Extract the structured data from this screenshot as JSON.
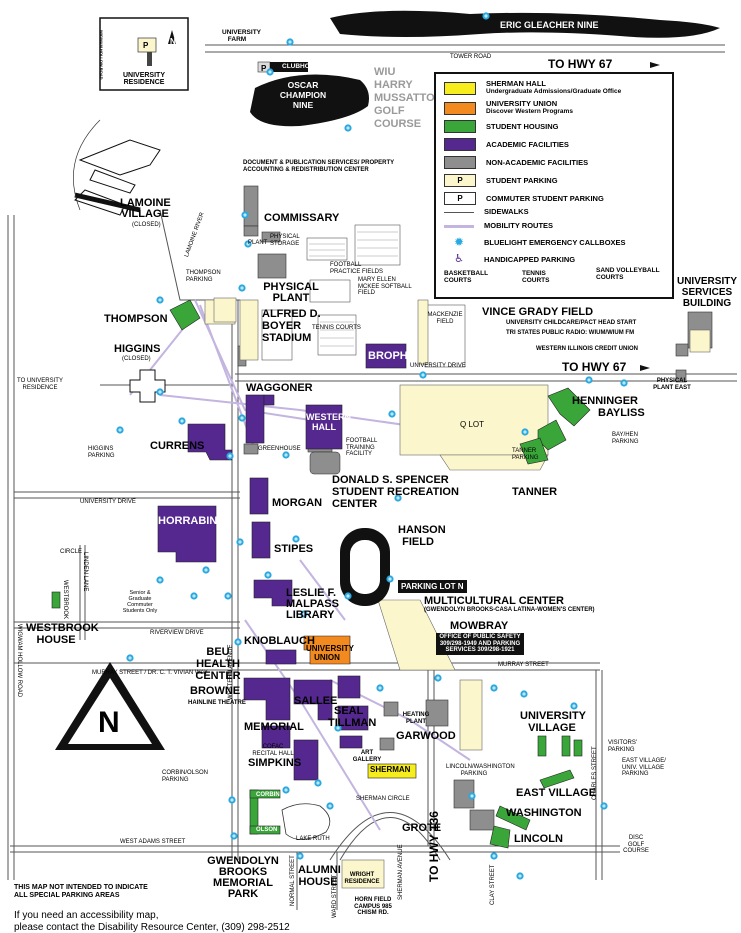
{
  "colors": {
    "sherman": "#f7ec1c",
    "union": "#f38a1f",
    "housing": "#3aa63a",
    "academic": "#54288f",
    "nonacademic": "#8e8e8e",
    "parking": "#fbf6cc",
    "mobility": "#c3b4e0",
    "callbox": "#2aa8e0"
  },
  "legend": {
    "sherman_title": "SHERMAN HALL",
    "sherman_sub": "Undergraduate Admissions/Graduate Office",
    "union_title": "UNIVERSITY UNION",
    "union_sub": "Discover Western Programs",
    "housing": "STUDENT HOUSING",
    "academic": "ACADEMIC FACILITIES",
    "nonacademic": "NON-ACADEMIC FACILITIES",
    "student_parking": "STUDENT PARKING",
    "commuter_parking": "COMMUTER STUDENT PARKING",
    "sidewalks": "SIDEWALKS",
    "mobility": "MOBILITY ROUTES",
    "callboxes": "BLUELIGHT EMERGENCY CALLBOXES",
    "handicapped": "HANDICAPPED PARKING",
    "basketball": "BASKETBALL COURTS",
    "tennis": "TENNIS COURTS",
    "sand": "SAND VOLLEYBALL COURTS",
    "p": "P"
  },
  "inset": {
    "label": "UNIVERSITY RESIDENCE",
    "road": "WIGWAM HOLLOW ROAD",
    "p": "P",
    "north": "N"
  },
  "golf": {
    "eric": "ERIC GLEACHER NINE",
    "oscar": "OSCAR CHAMPION NINE",
    "wiu": "WIU HARRY MUSSATTO GOLF COURSE",
    "clubhouse": "CLUBHOUSE",
    "farm": "UNIVERSITY FARM",
    "tower": "TOWER ROAD",
    "hwy": "TO HWY 67",
    "p": "P"
  },
  "buildings": {
    "lamoine": "LAMOINE VILLAGE",
    "lamoine_closed": "(CLOSED)",
    "docs": "DOCUMENT & PUBLICATION SERVICES/ PROPERTY ACCOUNTING & REDISTRIBUTION CENTER",
    "commissary": "COMMISSARY",
    "phys_storage": "PHYSICAL STORAGE",
    "plant": "PLANT",
    "physical_plant": "PHYSICAL PLANT",
    "football_fields": "FOOTBALL PRACTICE FIELDS",
    "softball": "MARY ELLEN MCKEE SOFTBALL FIELD",
    "thompson_parking": "THOMPSON PARKING",
    "thompson": "THOMPSON",
    "boyer": "ALFRED D. BOYER STADIUM",
    "tennis": "TENNIS COURTS",
    "brophy": "BROPHY",
    "mackenzie": "MACKENZIE FIELD",
    "grady": "VINCE GRADY FIELD",
    "services": "UNIVERSITY SERVICES BUILDING",
    "childcare": "UNIVERSITY CHILDCARE/PACT HEAD START",
    "radio": "TRI STATES PUBLIC RADIO: WIUM/WIUM FM",
    "credit": "WESTERN ILLINOIS CREDIT UNION",
    "hwy67": "TO HWY 67",
    "univ_drive": "UNIVERSITY DRIVE",
    "plant_east": "PHYSICAL PLANT EAST",
    "higgins": "HIGGINS",
    "higgins_closed": "(CLOSED)",
    "to_res": "TO UNIVERSITY RESIDENCE",
    "waggoner": "WAGGONER",
    "western_hall": "WESTERN HALL",
    "greenhouse": "GREENHOUSE",
    "qlot": "Q LOT",
    "henninger": "HENNINGER",
    "bayliss": "BAYLISS",
    "bayhen": "BAY/HEN PARKING",
    "tanner_parking": "TANNER PARKING",
    "tanner": "TANNER",
    "football_train": "FOOTBALL TRAINING FACILITY",
    "spencer": "DONALD S. SPENCER STUDENT RECREATION CENTER",
    "higgins_parking": "HIGGINS PARKING",
    "currens": "CURRENS",
    "morgan": "MORGAN",
    "univ_drive2": "UNIVERSITY DRIVE",
    "hanson": "HANSON FIELD",
    "horrabin": "HORRABIN",
    "stipes": "STIPES",
    "circle": "CIRCLE",
    "linden": "LINDEN LANE",
    "westbrook_rd": "WESTBROOK",
    "senior_parking": "Senior & Graduate Commuter Students Only",
    "malpass": "LESLIE F. MALPASS LIBRARY",
    "lot_n": "PARKING LOT N",
    "multicultural": "MULTICULTURAL CENTER",
    "multi_sub": "(GWENDOLYN BROOKS-CASA LATINA-WOMEN'S CENTER)",
    "westbrook": "WESTBROOK HOUSE",
    "riverview": "RIVERVIEW DRIVE",
    "wigwam": "WIGWAM HOLLOW ROAD",
    "knoblauch": "KNOBLAUCH",
    "beu": "BEU HEALTH CENTER",
    "union": "UNIVERSITY UNION",
    "mowbray": "MOWBRAY",
    "safety": "OFFICE OF PUBLIC SAFETY 309/298-1949 AND PARKING SERVICES 309/298-1921",
    "murray1": "MURRAY STREET / DR. C. T. VIVIAN WAY",
    "murray2": "MURRAY STREET",
    "browne": "BROWNE",
    "hainline": "HAINLINE THEATRE",
    "sallee": "SALLEE",
    "seal": "SEAL",
    "tillman": "TILLMAN",
    "memorial": "MEMORIAL",
    "heating": "HEATING PLANT",
    "garwood": "GARWOOD",
    "art": "ART GALLERY",
    "sherman": "SHERMAN",
    "copac": "COFAC RECITAL HALL",
    "simpkins": "SIMPKINS",
    "western_ave": "WESTERN AVENUE",
    "corbin_parking": "CORBIN/OLSON PARKING",
    "corbin": "CORBIN",
    "olson": "OLSON",
    "lake": "LAKE RUTH",
    "sherman_circle": "SHERMAN CIRCLE",
    "univ_village": "UNIVERSITY VILLAGE",
    "visitors": "VISITORS' PARKING",
    "ev_parking": "EAST VILLAGE/ UNIV. VILLAGE PARKING",
    "lincoln_parking": "LINCOLN/WASHINGTON PARKING",
    "east_village": "EAST VILLAGE",
    "washington": "WASHINGTON",
    "grote": "GROTE",
    "lincoln": "LINCOLN",
    "disc_golf": "DISC GOLF COURSE",
    "adams": "WEST ADAMS STREET",
    "gwendolyn": "GWENDOLYN BROOKS MEMORIAL PARK",
    "alumni": "ALUMNI HOUSE",
    "wright": "WRIGHT RESIDENCE",
    "horn": "HORN FIELD CAMPUS 985 CHISM RD.",
    "hwy136": "TO HWY 136",
    "normal": "NORMAL STREET",
    "ward": "WARD STREET",
    "sherman_ave": "SHERMAN AVENUE",
    "clay": "CLAY STREET",
    "charles": "CHARLES STREET",
    "lamoine_river": "LAMOINE RIVER"
  },
  "compass": "N",
  "disclaimer": "THIS MAP NOT INTENDED TO INDICATE ALL SPECIAL PARKING AREAS",
  "access1": "If you need an accessibility map,",
  "access2": "please contact the Disability Resource Center, (309) 298-2512"
}
